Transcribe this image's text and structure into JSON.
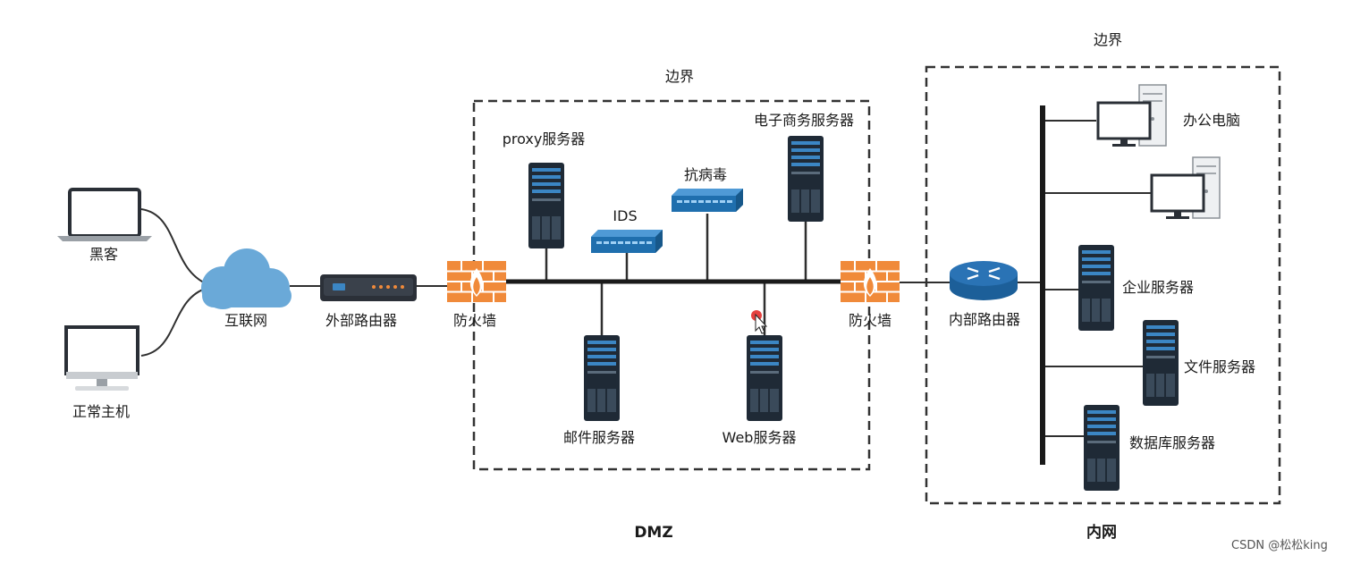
{
  "zones": {
    "dmz_border": "边界",
    "intranet_border": "边界",
    "dmz_title": "DMZ",
    "intranet_title": "内网"
  },
  "nodes": {
    "hacker": "黑客",
    "normal_host": "正常主机",
    "internet": "互联网",
    "external_router": "外部路由器",
    "firewall_1": "防火墙",
    "proxy_server": "proxy服务器",
    "ids": "IDS",
    "antivirus": "抗病毒",
    "ecommerce_server": "电子商务服务器",
    "mail_server": "邮件服务器",
    "web_server": "Web服务器",
    "firewall_2": "防火墙",
    "internal_router": "内部路由器",
    "office_pc": "办公电脑",
    "enterprise_server": "企业服务器",
    "file_server": "文件服务器",
    "database_server": "数据库服务器"
  },
  "watermark": "CSDN @松松king",
  "colors": {
    "server_body": "#1f2a36",
    "server_screen": "#3b86c4",
    "switch_blue": "#1f6fae",
    "cloud_blue": "#6aa9d8",
    "firewall_orange": "#f08a3a",
    "router_blue": "#2a73b5"
  },
  "icons": {
    "laptop": "laptop-icon",
    "monitor": "monitor-icon",
    "cloud": "cloud-icon",
    "router": "router-icon",
    "firewall": "firewall-icon",
    "server": "server-icon",
    "switch": "switch-icon",
    "desktop": "desktop-pc-icon",
    "cursor": "mouse-cursor-icon"
  }
}
